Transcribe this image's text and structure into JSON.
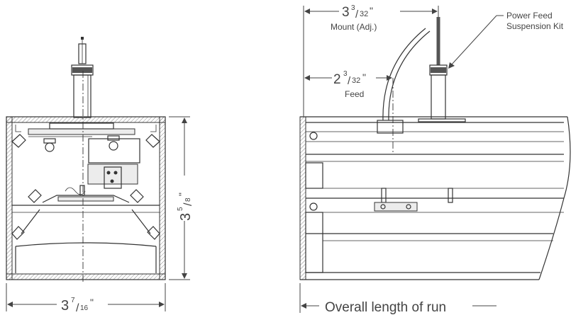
{
  "left_view": {
    "width_whole": "3",
    "width_num": "7",
    "width_den": "16",
    "width_unit": "\"",
    "height_whole": "3",
    "height_num": "5",
    "height_den": "8",
    "height_unit": "\""
  },
  "right_view": {
    "mount_whole": "3",
    "mount_num": "3",
    "mount_den": "32",
    "mount_unit": "\"",
    "mount_label": "Mount (Adj.)",
    "feed_whole": "2",
    "feed_num": "3",
    "feed_den": "32",
    "feed_unit": "\"",
    "feed_label": "Feed",
    "callout_line1": "Power Feed",
    "callout_line2": "Suspension Kit",
    "overall_label": "Overall length of run"
  }
}
